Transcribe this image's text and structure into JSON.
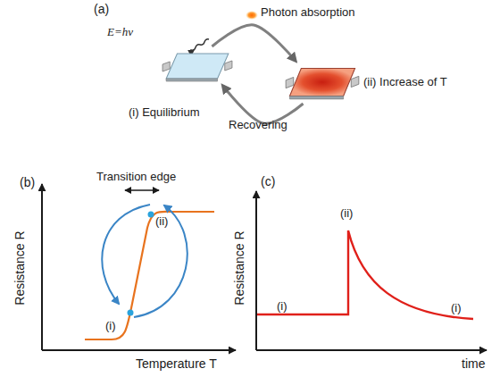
{
  "diagram": {
    "nodes": [
      {
        "text": [
          "(i) Equilibrium"
        ]
      },
      {
        "text": [
          "(ii) Increase of T"
        ]
      }
    ],
    "edges": [
      {
        "from": 0,
        "to": 1,
        "arrow": "to",
        "label": "Photon absorption"
      },
      {
        "from": 1,
        "to": 0,
        "arrow": "to",
        "label": "Recovering"
      }
    ],
    "labels": [
      "(a)",
      "E=hν",
      "(b)",
      "Transition edge",
      "(ii)",
      "(i)",
      "Resistance R",
      "Temperature T",
      "(c)",
      "Resistance R",
      "(ii)",
      "(i)",
      "(i)",
      "time"
    ]
  }
}
